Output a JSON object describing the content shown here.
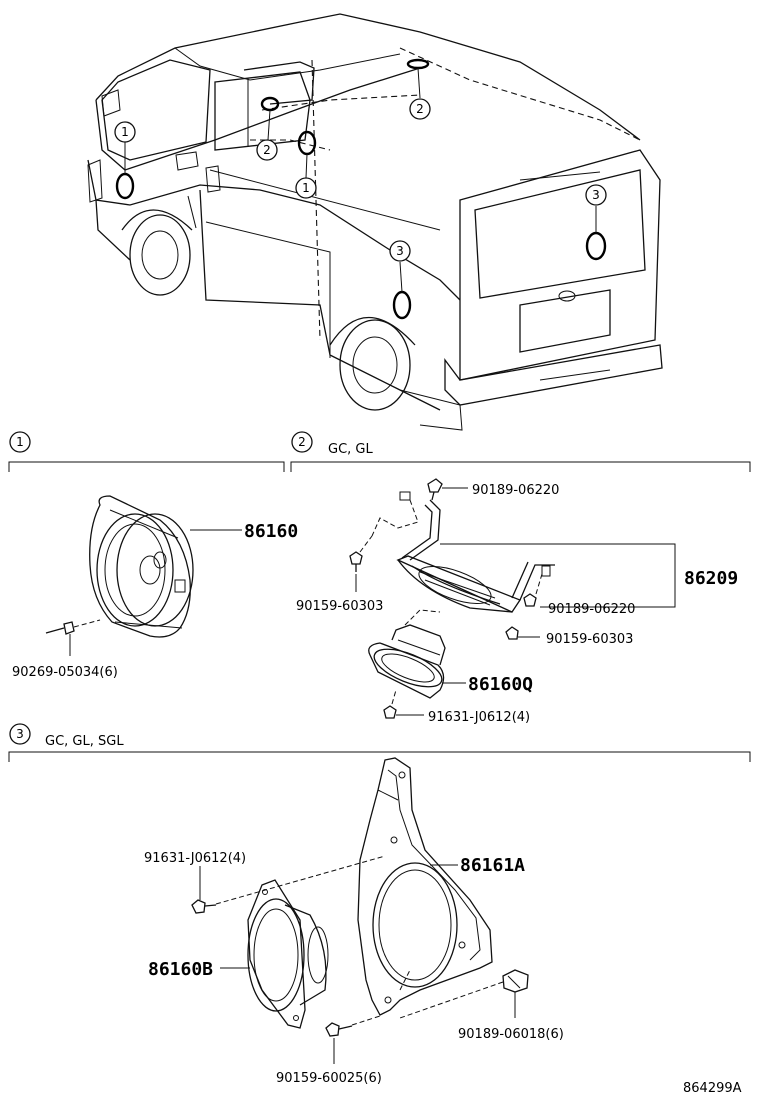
{
  "callouts": {
    "one": "1",
    "two": "2",
    "three": "3"
  },
  "sections": {
    "s1": {
      "number": "1",
      "note": ""
    },
    "s2": {
      "number": "2",
      "note": "GC, GL"
    },
    "s3": {
      "number": "3",
      "note": "GC, GL, SGL"
    }
  },
  "parts": {
    "p86160": "86160",
    "p90269": "90269-05034(6)",
    "p90189a": "90189-06220",
    "p90159a": "90159-60303",
    "p86209": "86209",
    "p90189b": "90189-06220",
    "p90159b": "90159-60303",
    "p86160q": "86160Q",
    "p91631a": "91631-J0612(4)",
    "p91631b": "91631-J0612(4)",
    "p86161a": "86161A",
    "p86160b": "86160B",
    "p90189c": "90189-06018(6)",
    "p90159c": "90159-60025(6)"
  },
  "figure_code": "864299A"
}
